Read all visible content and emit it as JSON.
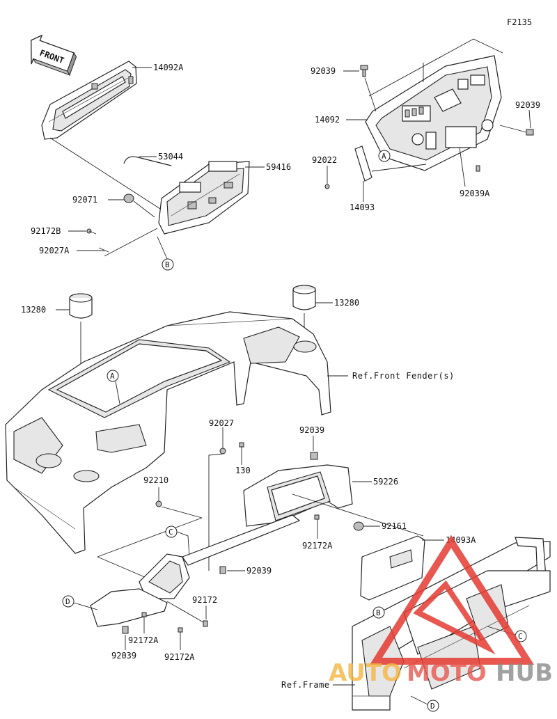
{
  "figure_code": "F2135",
  "front_label": "FRONT",
  "part_numbers": {
    "p14092A": "14092A",
    "p53044": "53044",
    "p59416": "59416",
    "p92071": "92071",
    "p92172B": "92172B",
    "p92027A": "92027A",
    "p92039_top": "92039",
    "p14092": "14092",
    "p92039_right": "92039",
    "p92022": "92022",
    "p14093": "14093",
    "p92039A": "92039A",
    "p13280_left": "13280",
    "p13280_right": "13280",
    "p92027": "92027",
    "p130": "130",
    "p92039_mid": "92039",
    "p59226": "59226",
    "p92210": "92210",
    "p92172A_mid": "92172A",
    "p92161": "92161",
    "p14093A": "14093A",
    "p92039_low": "92039",
    "p92172": "92172",
    "p92172A_a": "92172A",
    "p92172A_b": "92172A",
    "p92039_bottom": "92039"
  },
  "callouts": {
    "A1": "A",
    "B1": "B",
    "A2": "A",
    "C1": "C",
    "D1": "D",
    "B2": "B",
    "C2": "C",
    "D2": "D"
  },
  "references": {
    "front_fender": "Ref.Front Fender(s)",
    "frame": "Ref.Frame"
  },
  "watermark": {
    "part1": "AUTO",
    "part2": "MOTO",
    "part3": "HUB",
    "colors": {
      "auto": "#f5b642",
      "moto": "#e8574f",
      "hub": "#8a8a8a",
      "logo": "#e53b32"
    }
  }
}
